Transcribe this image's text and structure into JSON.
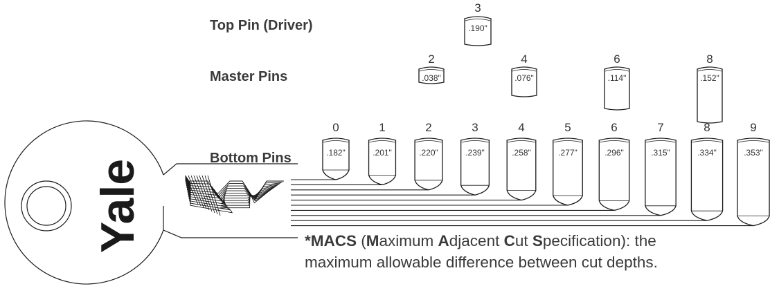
{
  "rows": {
    "top_label": "Top Pin (Driver)",
    "master_label": "Master Pins",
    "bottom_label": "Bottom Pins"
  },
  "top_pins": [
    {
      "number": "3",
      "size": ".190\""
    }
  ],
  "master_pins": [
    {
      "number": "2",
      "size": ".038\""
    },
    {
      "number": "4",
      "size": ".076\""
    },
    {
      "number": "6",
      "size": ".114\""
    },
    {
      "number": "8",
      "size": ".152\""
    }
  ],
  "bottom_pins": [
    {
      "number": "0",
      "size": ".182\""
    },
    {
      "number": "1",
      "size": ".201\""
    },
    {
      "number": "2",
      "size": ".220\""
    },
    {
      "number": "3",
      "size": ".239\""
    },
    {
      "number": "4",
      "size": ".258\""
    },
    {
      "number": "5",
      "size": ".277\""
    },
    {
      "number": "6",
      "size": ".296\""
    },
    {
      "number": "7",
      "size": ".315\""
    },
    {
      "number": "8",
      "size": ".334\""
    },
    {
      "number": "9",
      "size": ".353\""
    }
  ],
  "key": {
    "brand": "Yale"
  },
  "macs": {
    "prefix": "*MACS",
    "paren_open": " (",
    "w1_initial": "M",
    "w1_rest": "aximum ",
    "w2_initial": "A",
    "w2_rest": "djacent ",
    "w3_initial": "C",
    "w3_rest": "ut ",
    "w4_initial": "S",
    "w4_rest": "pecification): the",
    "line2": "maximum allowable difference between cut depths."
  },
  "colors": {
    "ink": "#1a1a1a",
    "text": "#3a3a3a"
  }
}
